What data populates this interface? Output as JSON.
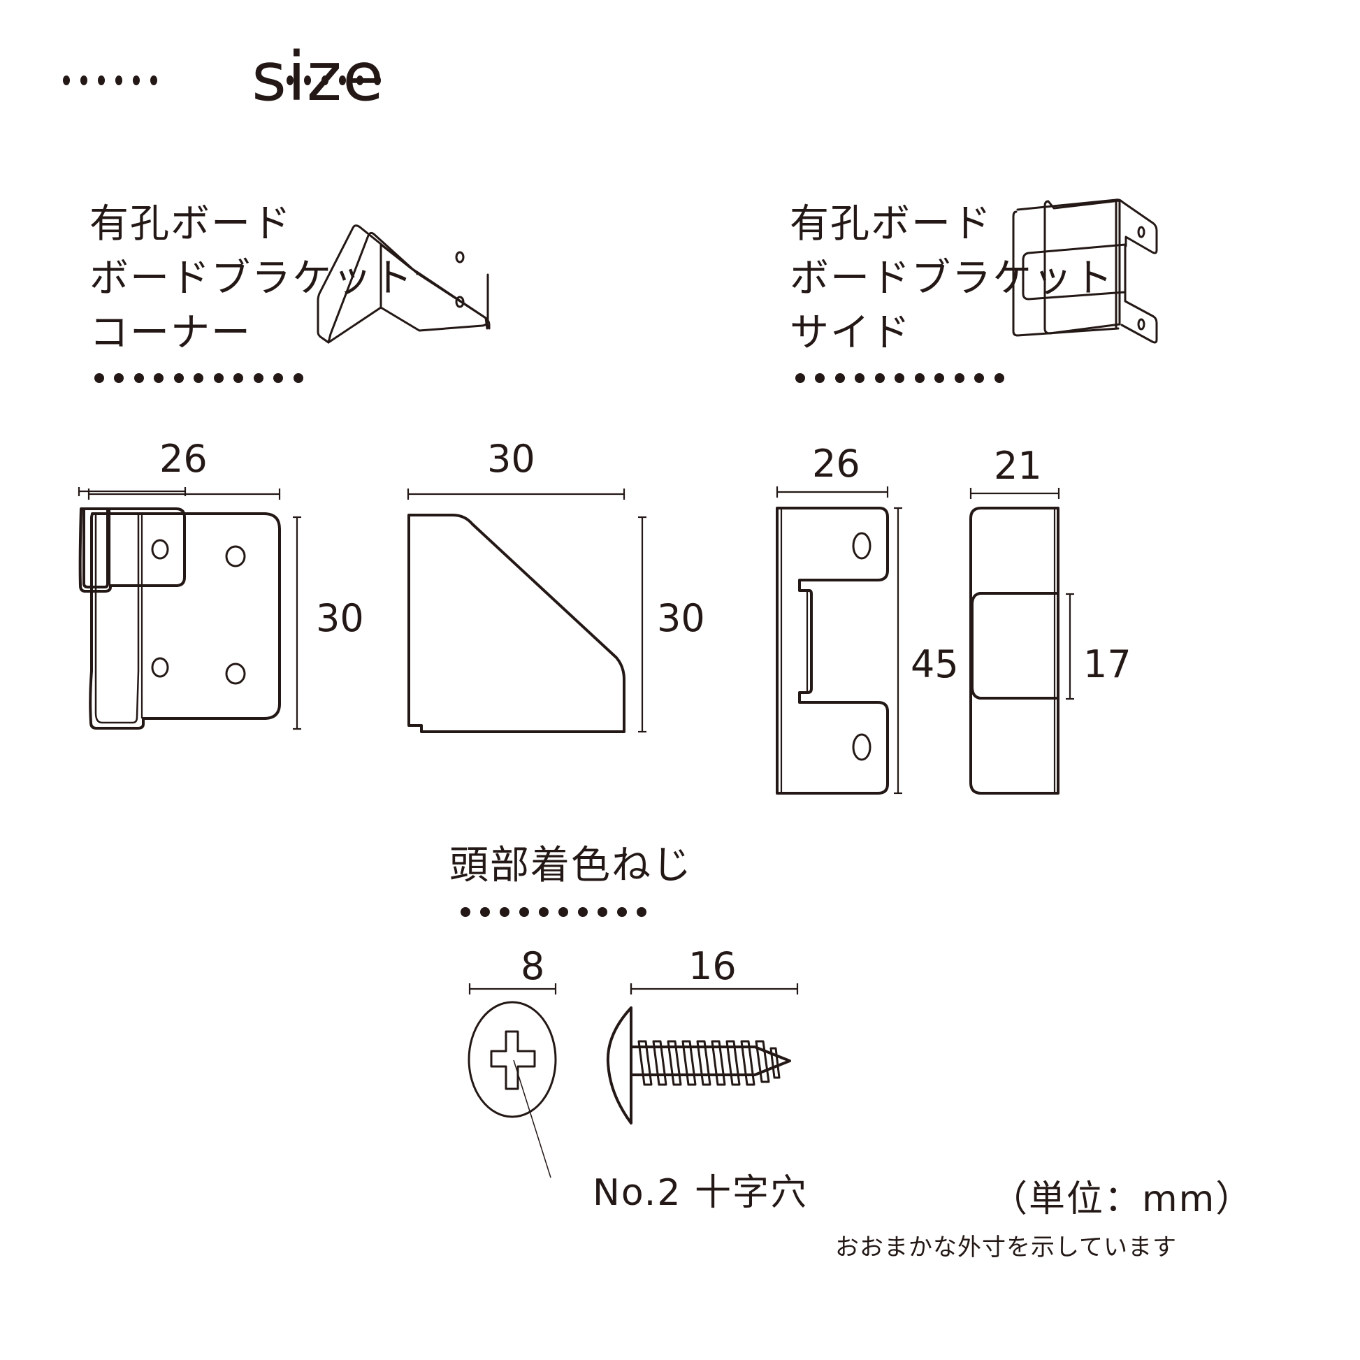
{
  "header": {
    "title": "size"
  },
  "products": [
    {
      "id": "corner",
      "label_lines": [
        "有孔ボード",
        "ボードブラケット",
        "コーナー"
      ],
      "icon": "corner-bracket-illustration",
      "views": [
        {
          "name": "front-view",
          "width_label": "26",
          "height_label": "30"
        },
        {
          "name": "side-view",
          "width_label": "30",
          "height_label": "30"
        }
      ]
    },
    {
      "id": "side",
      "label_lines": [
        "有孔ボード",
        "ボードブラケット",
        "サイド"
      ],
      "icon": "side-bracket-illustration",
      "views": [
        {
          "name": "front-view",
          "width_label": "26",
          "height_label": "45"
        },
        {
          "name": "side-view",
          "width_label": "21",
          "height_label": "17"
        }
      ]
    }
  ],
  "screw": {
    "label": "頭部着色ねじ",
    "head_diameter_label": "8",
    "length_label": "16",
    "callout": "No.2 十字穴",
    "icon": "screw-illustration"
  },
  "notes": {
    "unit": "（単位：mm）",
    "disclaimer": "おおまかな外寸を示しています"
  },
  "colors": {
    "ink": "#231815",
    "background": "#ffffff"
  }
}
